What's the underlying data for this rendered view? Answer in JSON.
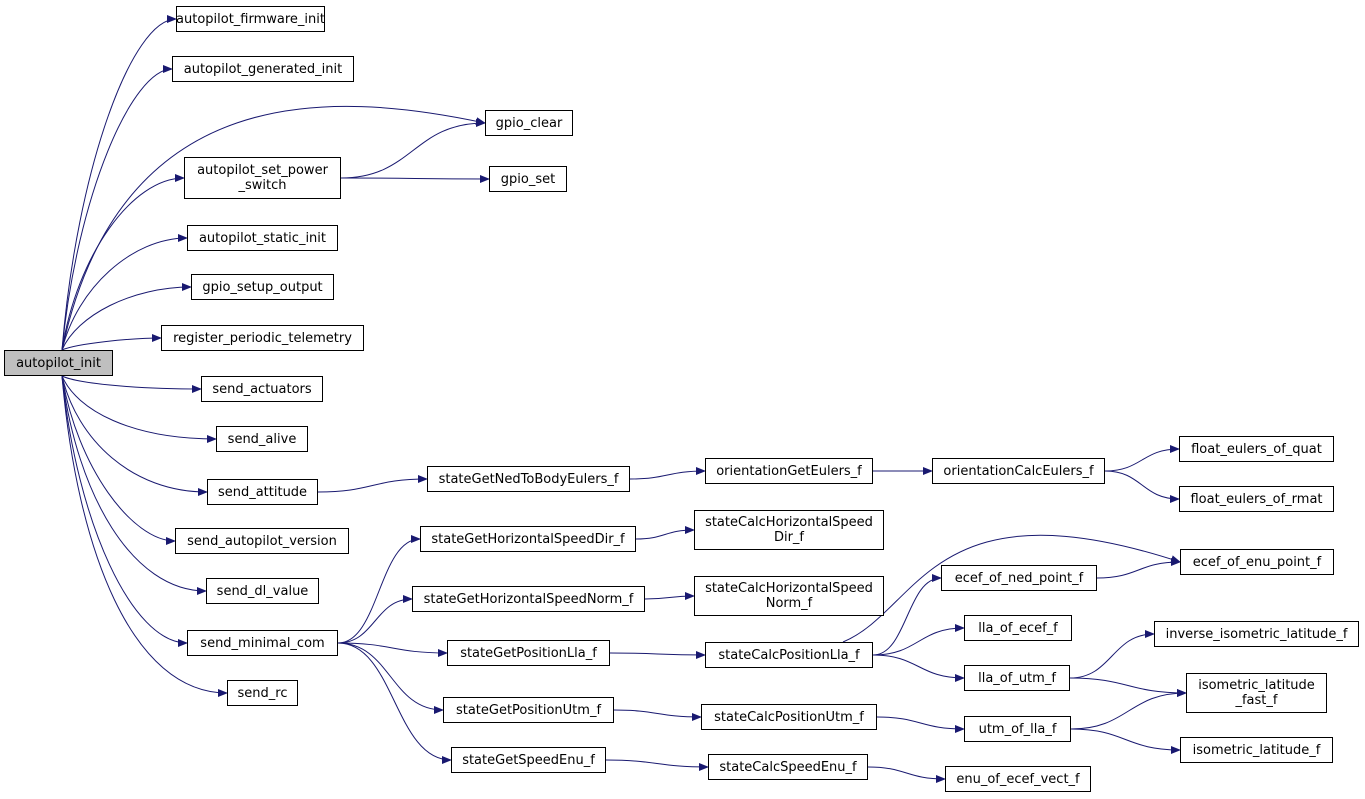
{
  "diagram": {
    "root": "autopilot_init",
    "nodes": {
      "autopilot_init": "autopilot_init",
      "autopilot_firmware_init": "autopilot_firmware_init",
      "autopilot_generated_init": "autopilot_generated_init",
      "gpio_clear": "gpio_clear",
      "autopilot_set_power_switch": "autopilot_set_power\n_switch",
      "gpio_set": "gpio_set",
      "autopilot_static_init": "autopilot_static_init",
      "gpio_setup_output": "gpio_setup_output",
      "register_periodic_telemetry": "register_periodic_telemetry",
      "send_actuators": "send_actuators",
      "send_alive": "send_alive",
      "send_attitude": "send_attitude",
      "send_autopilot_version": "send_autopilot_version",
      "send_dl_value": "send_dl_value",
      "send_minimal_com": "send_minimal_com",
      "send_rc": "send_rc",
      "stateGetNedToBodyEulers_f": "stateGetNedToBodyEulers_f",
      "orientationGetEulers_f": "orientationGetEulers_f",
      "orientationCalcEulers_f": "orientationCalcEulers_f",
      "float_eulers_of_quat": "float_eulers_of_quat",
      "float_eulers_of_rmat": "float_eulers_of_rmat",
      "stateGetHorizontalSpeedDir_f": "stateGetHorizontalSpeedDir_f",
      "stateCalcHorizontalSpeedDir_f": "stateCalcHorizontalSpeed\nDir_f",
      "stateGetHorizontalSpeedNorm_f": "stateGetHorizontalSpeedNorm_f",
      "stateCalcHorizontalSpeedNorm_f": "stateCalcHorizontalSpeed\nNorm_f",
      "stateGetPositionLla_f": "stateGetPositionLla_f",
      "stateCalcPositionLla_f": "stateCalcPositionLla_f",
      "ecef_of_ned_point_f": "ecef_of_ned_point_f",
      "ecef_of_enu_point_f": "ecef_of_enu_point_f",
      "lla_of_ecef_f": "lla_of_ecef_f",
      "lla_of_utm_f": "lla_of_utm_f",
      "inverse_isometric_latitude_f": "inverse_isometric_latitude_f",
      "isometric_latitude_fast_f": "isometric_latitude\n_fast_f",
      "stateGetPositionUtm_f": "stateGetPositionUtm_f",
      "stateCalcPositionUtm_f": "stateCalcPositionUtm_f",
      "utm_of_lla_f": "utm_of_lla_f",
      "isometric_latitude_f": "isometric_latitude_f",
      "stateGetSpeedEnu_f": "stateGetSpeedEnu_f",
      "stateCalcSpeedEnu_f": "stateCalcSpeedEnu_f",
      "enu_of_ecef_vect_f": "enu_of_ecef_vect_f"
    },
    "edges": [
      [
        "autopilot_init",
        "autopilot_firmware_init"
      ],
      [
        "autopilot_init",
        "autopilot_generated_init"
      ],
      [
        "autopilot_init",
        "gpio_clear"
      ],
      [
        "autopilot_init",
        "autopilot_set_power_switch"
      ],
      [
        "autopilot_init",
        "autopilot_static_init"
      ],
      [
        "autopilot_init",
        "gpio_setup_output"
      ],
      [
        "autopilot_init",
        "register_periodic_telemetry"
      ],
      [
        "autopilot_init",
        "send_actuators"
      ],
      [
        "autopilot_init",
        "send_alive"
      ],
      [
        "autopilot_init",
        "send_attitude"
      ],
      [
        "autopilot_init",
        "send_autopilot_version"
      ],
      [
        "autopilot_init",
        "send_dl_value"
      ],
      [
        "autopilot_init",
        "send_minimal_com"
      ],
      [
        "autopilot_init",
        "send_rc"
      ],
      [
        "autopilot_set_power_switch",
        "gpio_clear"
      ],
      [
        "autopilot_set_power_switch",
        "gpio_set"
      ],
      [
        "send_attitude",
        "stateGetNedToBodyEulers_f"
      ],
      [
        "stateGetNedToBodyEulers_f",
        "orientationGetEulers_f"
      ],
      [
        "orientationGetEulers_f",
        "orientationCalcEulers_f"
      ],
      [
        "orientationCalcEulers_f",
        "float_eulers_of_quat"
      ],
      [
        "orientationCalcEulers_f",
        "float_eulers_of_rmat"
      ],
      [
        "send_minimal_com",
        "stateGetHorizontalSpeedDir_f"
      ],
      [
        "send_minimal_com",
        "stateGetHorizontalSpeedNorm_f"
      ],
      [
        "send_minimal_com",
        "stateGetPositionLla_f"
      ],
      [
        "send_minimal_com",
        "stateGetPositionUtm_f"
      ],
      [
        "send_minimal_com",
        "stateGetSpeedEnu_f"
      ],
      [
        "stateGetHorizontalSpeedDir_f",
        "stateCalcHorizontalSpeedDir_f"
      ],
      [
        "stateGetHorizontalSpeedNorm_f",
        "stateCalcHorizontalSpeedNorm_f"
      ],
      [
        "stateGetPositionLla_f",
        "stateCalcPositionLla_f"
      ],
      [
        "stateCalcPositionLla_f",
        "ecef_of_enu_point_f"
      ],
      [
        "stateCalcPositionLla_f",
        "ecef_of_ned_point_f"
      ],
      [
        "stateCalcPositionLla_f",
        "lla_of_ecef_f"
      ],
      [
        "stateCalcPositionLla_f",
        "lla_of_utm_f"
      ],
      [
        "ecef_of_ned_point_f",
        "ecef_of_enu_point_f"
      ],
      [
        "lla_of_utm_f",
        "inverse_isometric_latitude_f"
      ],
      [
        "lla_of_utm_f",
        "isometric_latitude_fast_f"
      ],
      [
        "stateGetPositionUtm_f",
        "stateCalcPositionUtm_f"
      ],
      [
        "stateCalcPositionUtm_f",
        "utm_of_lla_f"
      ],
      [
        "utm_of_lla_f",
        "isometric_latitude_fast_f"
      ],
      [
        "utm_of_lla_f",
        "isometric_latitude_f"
      ],
      [
        "stateGetSpeedEnu_f",
        "stateCalcSpeedEnu_f"
      ],
      [
        "stateCalcSpeedEnu_f",
        "enu_of_ecef_vect_f"
      ]
    ],
    "colors": {
      "edge": "#191970",
      "node_border": "#000000",
      "root_fill": "#bfbfbf",
      "node_fill": "#ffffff"
    }
  }
}
